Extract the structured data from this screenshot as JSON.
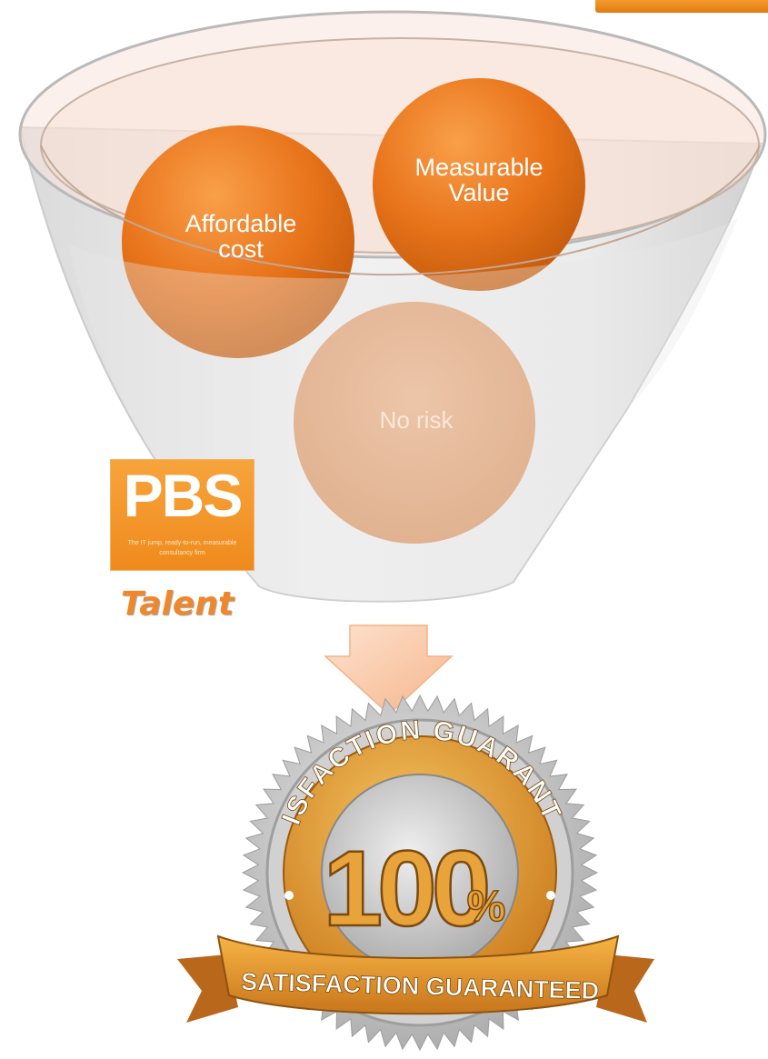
{
  "funnel": {
    "balls": [
      {
        "id": "affordable",
        "label_lines": [
          "Affordable",
          "cost"
        ]
      },
      {
        "id": "measurable",
        "label_lines": [
          "Measurable",
          "Value"
        ]
      },
      {
        "id": "norisk",
        "label_lines": [
          "No risk"
        ]
      }
    ]
  },
  "logo": {
    "letters": "PBS",
    "tagline": "The IT jump, ready-to-run, measurable consultancy firm",
    "word": "Talent"
  },
  "seal": {
    "arc_text": "SATISFACTION GUARANTEED",
    "number": "100",
    "percent": "%",
    "ribbon_text": "SATISFACTION GUARANTEED"
  },
  "colors": {
    "orange": "#e97a1e",
    "orange_light": "#f7a348",
    "gold": "#e8a33a",
    "seal_gray": "#b8b8b8",
    "arrow": "#f9c9a5"
  },
  "icons": {
    "arrow": "down-arrow-icon",
    "seal": "satisfaction-seal-icon"
  }
}
